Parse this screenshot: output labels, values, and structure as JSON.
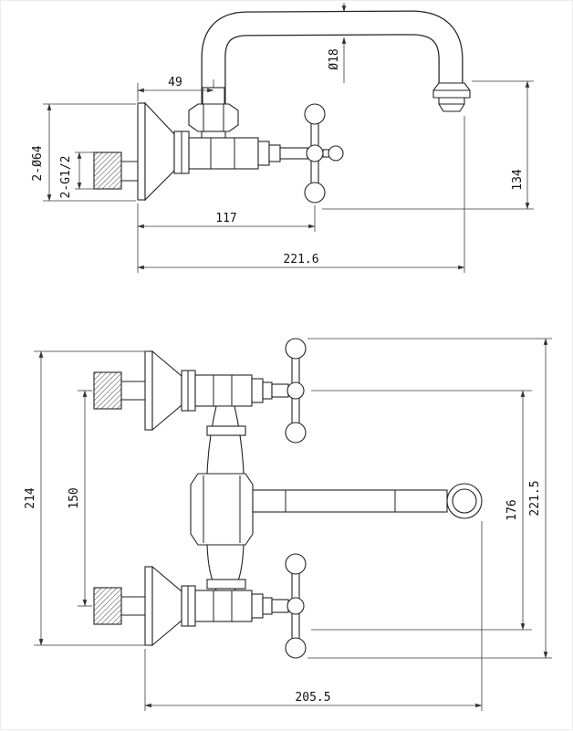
{
  "drawing": {
    "side_view": {
      "dim_wall_to_spout_axis": "49",
      "dim_spout_tube_diameter": "Ø18",
      "dim_spout_height": "134",
      "dim_escutcheon_diameter": "2-Ø64",
      "dim_inlet_thread": "2-G1/2",
      "dim_wall_to_handle": "117",
      "dim_total_reach": "221.6"
    },
    "front_view": {
      "dim_body_height": "214",
      "dim_inlet_centers": "150",
      "dim_handle_span": "176",
      "dim_overall_height": "221.5",
      "dim_overall_length": "205.5"
    }
  }
}
